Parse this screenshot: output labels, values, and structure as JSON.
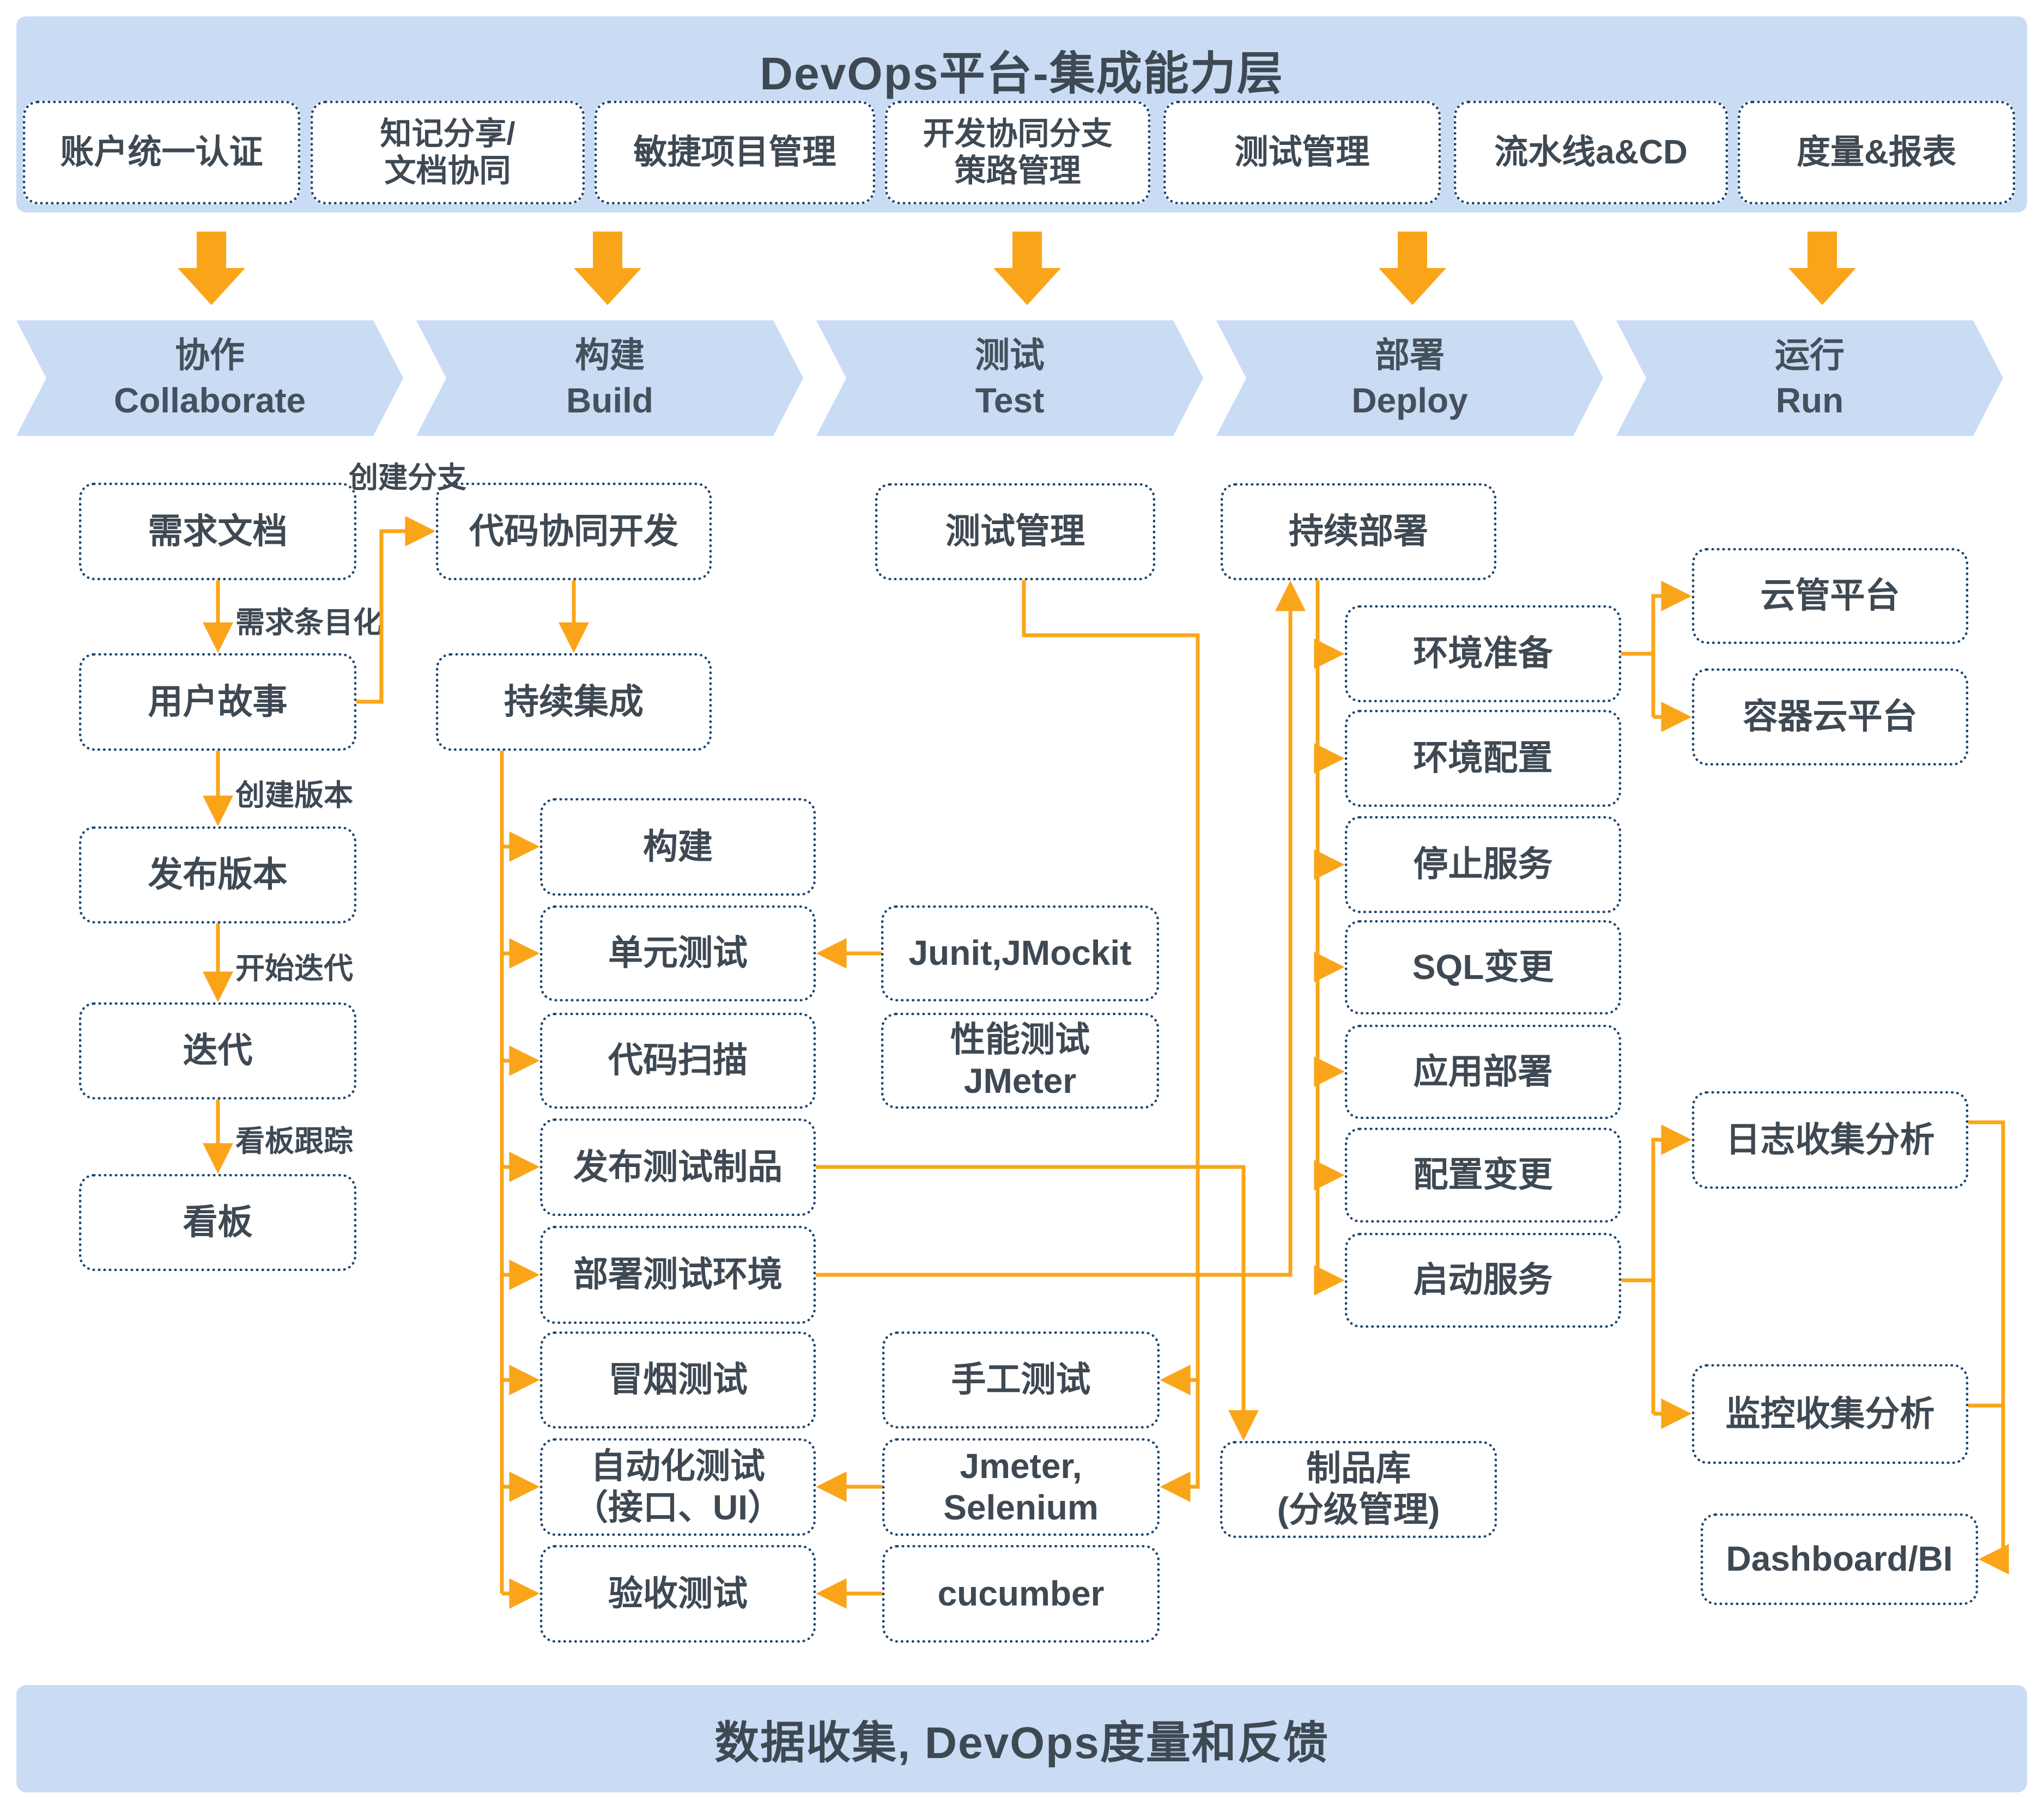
{
  "colors": {
    "accent_orange": "#FAA519",
    "banner_blue": "#C9DCF4",
    "border_navy": "#1C4670",
    "text_dark": "#3E4953"
  },
  "header": {
    "title": "DevOps平台-集成能力层",
    "capabilities": [
      "账户统一认证",
      "知记分享/\n文档协同",
      "敏捷项目管理",
      "开发协同分支\n策路管理",
      "测试管理",
      "流水线a&CD",
      "度量&报表"
    ]
  },
  "stages": [
    {
      "cn": "协作",
      "en": "Collaborate"
    },
    {
      "cn": "构建",
      "en": "Build"
    },
    {
      "cn": "测试",
      "en": "Test"
    },
    {
      "cn": "部署",
      "en": "Deploy"
    },
    {
      "cn": "运行",
      "en": "Run"
    }
  ],
  "flow": {
    "collaborate": {
      "req_doc": "需求文档",
      "user_story": "用户故事",
      "release_version": "发布版本",
      "iteration": "迭代",
      "kanban": "看板"
    },
    "build": {
      "code_dev": "代码协同开发",
      "ci": "持续集成",
      "build": "构建",
      "unit_test": "单元测试",
      "code_scan": "代码扫描",
      "publish_test_artifact": "发布测试制品",
      "deploy_test_env": "部署测试环境",
      "smoke_test": "冒烟测试",
      "auto_test": "自动化测试\n（接口、UI）",
      "acceptance_test": "验收测试"
    },
    "test": {
      "test_mgmt": "测试管理",
      "junit": "Junit,JMockit",
      "perf_test": "性能测试\nJMeter",
      "manual_test": "手工测试",
      "jmeter_selenium": "Jmeter,\nSelenium",
      "cucumber": "cucumber"
    },
    "deploy": {
      "cd": "持续部署",
      "env_prep": "环境准备",
      "env_config": "环境配置",
      "stop_service": "停止服务",
      "sql_change": "SQL变更",
      "app_deploy": "应用部署",
      "config_change": "配置变更",
      "start_service": "启动服务",
      "artifact_repo": "制品库\n(分级管理)"
    },
    "run": {
      "cloud_mgmt": "云管平台",
      "container_cloud": "容器云平台",
      "log_analysis": "日志收集分析",
      "monitor_analysis": "监控收集分析",
      "dashboard": "Dashboard/BI"
    }
  },
  "edge_labels": {
    "create_branch": "创建分支",
    "itemize_requirements": "需求条目化",
    "create_version": "创建版本",
    "start_iteration": "开始迭代",
    "kanban_tracking": "看板跟踪"
  },
  "footer": {
    "text": "数据收集, DevOps度量和反馈"
  }
}
